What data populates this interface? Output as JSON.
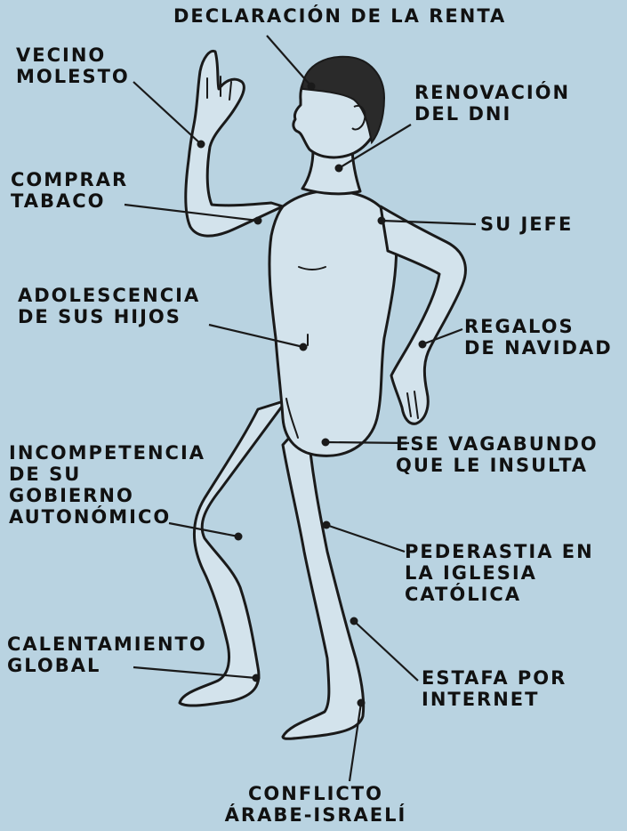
{
  "colors": {
    "background": "#b9d3e1",
    "body_fill": "#d3e3ec",
    "outline": "#1a1a1a",
    "hair": "#2a2a2a"
  },
  "labels": {
    "declaracion": {
      "line1": "DECLARACIÓN DE LA RENTA"
    },
    "vecino": {
      "line1": "VECINO",
      "line2": "MOLESTO"
    },
    "dni": {
      "line1": "RENOVACIÓN",
      "line2": "DEL DNI"
    },
    "tabaco": {
      "line1": "COMPRAR",
      "line2": "TABACO"
    },
    "jefe": {
      "line1": "SU JEFE"
    },
    "adolescencia": {
      "line1": "ADOLESCENCIA",
      "line2": "DE SUS HIJOS"
    },
    "regalos": {
      "line1": "REGALOS",
      "line2": "DE NAVIDAD"
    },
    "gobierno": {
      "line1": "INCOMPETENCIA",
      "line2": "DE SU",
      "line3": "GOBIERNO",
      "line4": "AUTONÓMICO"
    },
    "vagabundo": {
      "line1": "ESE VAGABUNDO",
      "line2": "QUE LE INSULTA"
    },
    "pederastia": {
      "line1": "PEDERASTIA EN",
      "line2": "LA IGLESIA",
      "line3": "CATÓLICA"
    },
    "calentamiento": {
      "line1": "CALENTAMIENTO",
      "line2": "GLOBAL"
    },
    "estafa": {
      "line1": "ESTAFA POR",
      "line2": "INTERNET"
    },
    "conflicto": {
      "line1": "CONFLICTO",
      "line2": "ÁRABE-ISRAELÍ"
    }
  }
}
